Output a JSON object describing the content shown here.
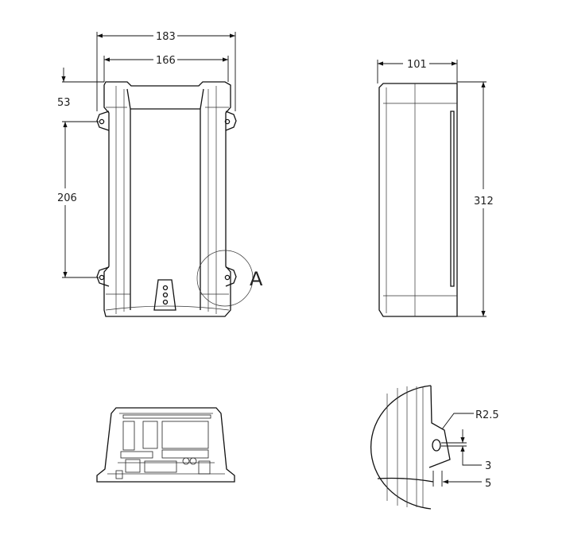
{
  "front_view": {
    "dim_overall_width": "183",
    "dim_body_width": "166",
    "dim_top_offset": "53",
    "dim_hole_spacing": "206",
    "detail_label": "A"
  },
  "side_view": {
    "dim_depth": "101",
    "dim_height": "312"
  },
  "detail_view": {
    "dim_radius": "R2.5",
    "dim_slot_height": "3",
    "dim_slot_offset": "5"
  },
  "colors": {
    "line": "#111111",
    "background": "#ffffff"
  }
}
